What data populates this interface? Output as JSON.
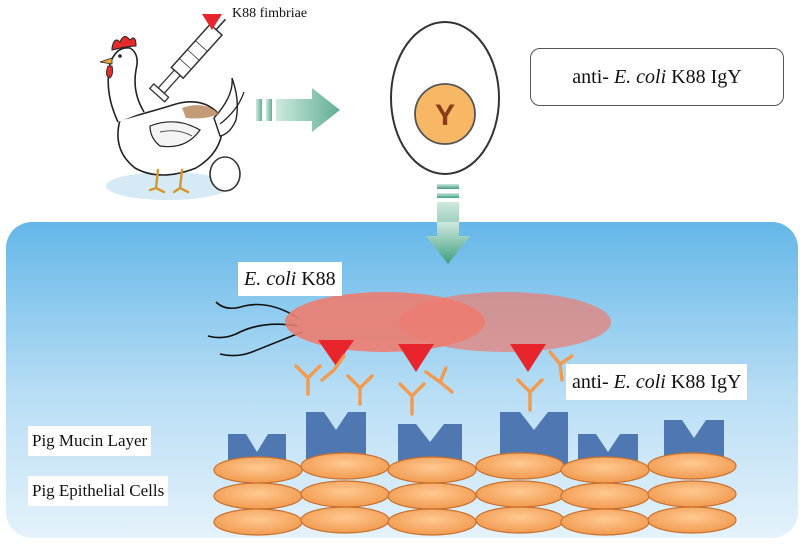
{
  "labels": {
    "k88_fimbriae": "K88 fimbriae",
    "egg_antibody_prefix": "anti- ",
    "egg_antibody_italic": "E. coli",
    "egg_antibody_suffix": " K88 IgY",
    "egg_yolk_symbol": "Y",
    "ecoli_italic": "E. coli",
    "ecoli_suffix": " K88",
    "bound_antibody_prefix": "anti- ",
    "bound_antibody_italic": "E. coli",
    "bound_antibody_suffix": " K88 IgY",
    "mucin_layer": "Pig Mucin Layer",
    "epithelial_cells": "Pig Epithelial Cells"
  },
  "colors": {
    "arrow": "#5fae94",
    "yolk": "#f7b764",
    "antibody": "#f39a4c",
    "antigen": "#e8242c",
    "bacteria": "#ec7c70",
    "mucin": "#4f77b2",
    "cell": "#f5a35a",
    "gut_top": "#64b7e8",
    "gut_bottom": "#dff0fb"
  },
  "icons": [
    "hen-icon",
    "syringe-icon",
    "egg-icon",
    "igy-antibody-icon"
  ]
}
